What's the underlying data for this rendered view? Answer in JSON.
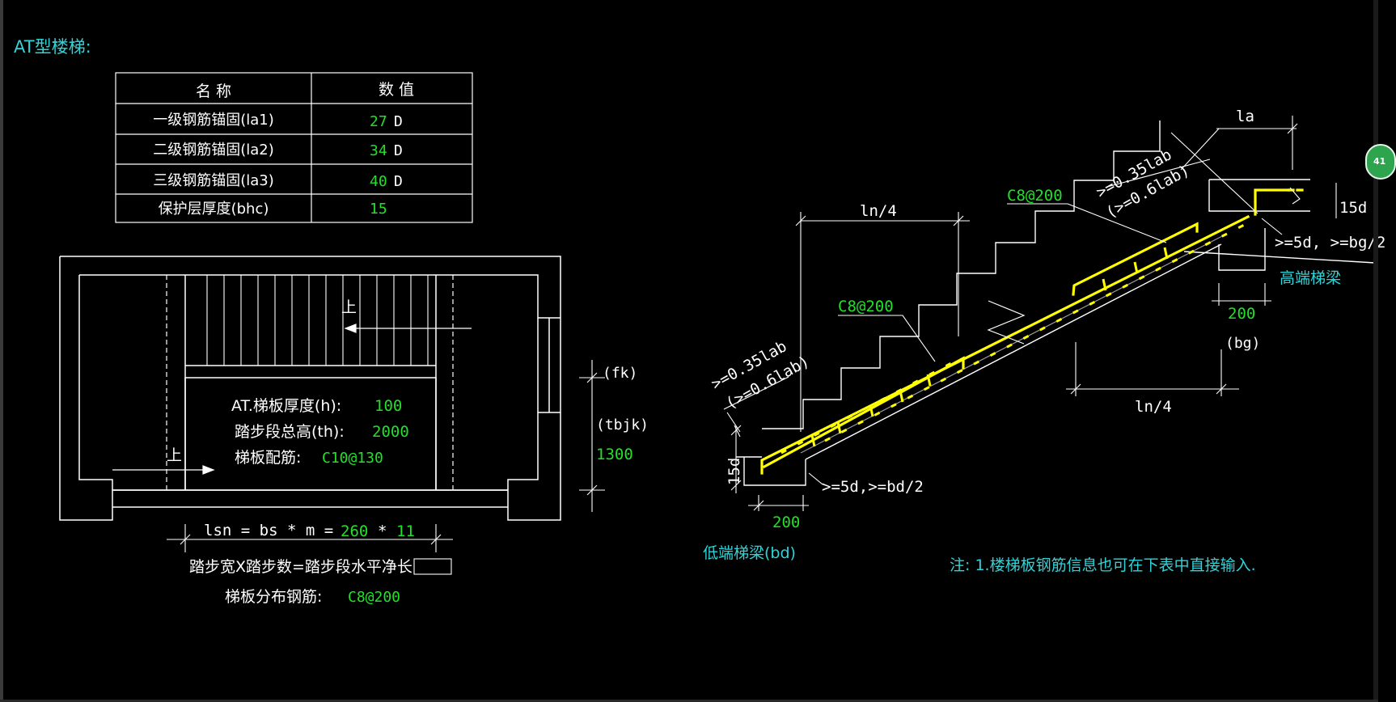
{
  "title": "AT型楼梯:",
  "table": {
    "header_name": "名 称",
    "header_value": "数 值",
    "rows": [
      {
        "name": "一级钢筋锚固(la1)",
        "value": "27",
        "unit": "D"
      },
      {
        "name": "二级钢筋锚固(la2)",
        "value": "34",
        "unit": "D"
      },
      {
        "name": "三级钢筋锚固(la3)",
        "value": "40",
        "unit": "D"
      },
      {
        "name": "保护层厚度(bhc)",
        "value": "15",
        "unit": ""
      }
    ]
  },
  "plan": {
    "up_top": "上",
    "up_bottom": "上",
    "thickness_label": "AT.梯板厚度(h):",
    "thickness_value": "100",
    "height_label": "踏步段总高(th):",
    "height_value": "2000",
    "rebar_label": "梯板配筋:",
    "rebar_value": "C10@130",
    "fk": "(fk)",
    "tbjk": "(tbjk)",
    "width_value": "1300",
    "lsn_formula": "lsn = bs * m =",
    "bs_value": "260",
    "times": "*",
    "m_value": "11",
    "formula_caption": "踏步宽X踏步数=踏步段水平净长",
    "dist_label": "梯板分布钢筋:",
    "dist_value": "C8@200"
  },
  "section": {
    "la": "la",
    "ln4_top": "ln/4",
    "ln4_bottom": "ln/4",
    "top_anchor1": ">=0.35lab",
    "top_anchor2": "(>=0.6lab)",
    "low_anchor1": ">=0.35lab",
    "low_anchor2": "(>=0.6lab)",
    "c8_top": "C8@200",
    "c8_mid": "C8@200",
    "d15_right": "15d",
    "d15_left": "15d",
    "high_bend": ">=5d, >=bg/2",
    "low_bend": ">=5d,>=bd/2",
    "high_beam": "高端梯梁",
    "low_beam": "低端梯梁(bd)",
    "bg_value": "200",
    "bg_label": "(bg)",
    "bd_value": "200"
  },
  "note": "注: 1.楼梯板钢筋信息也可在下表中直接输入.",
  "badge": "41",
  "colors": {
    "white": "#ffffff",
    "green": "#22e02a",
    "cyan": "#2fd3d8",
    "yellow": "#ffff00",
    "bg": "#000000"
  }
}
